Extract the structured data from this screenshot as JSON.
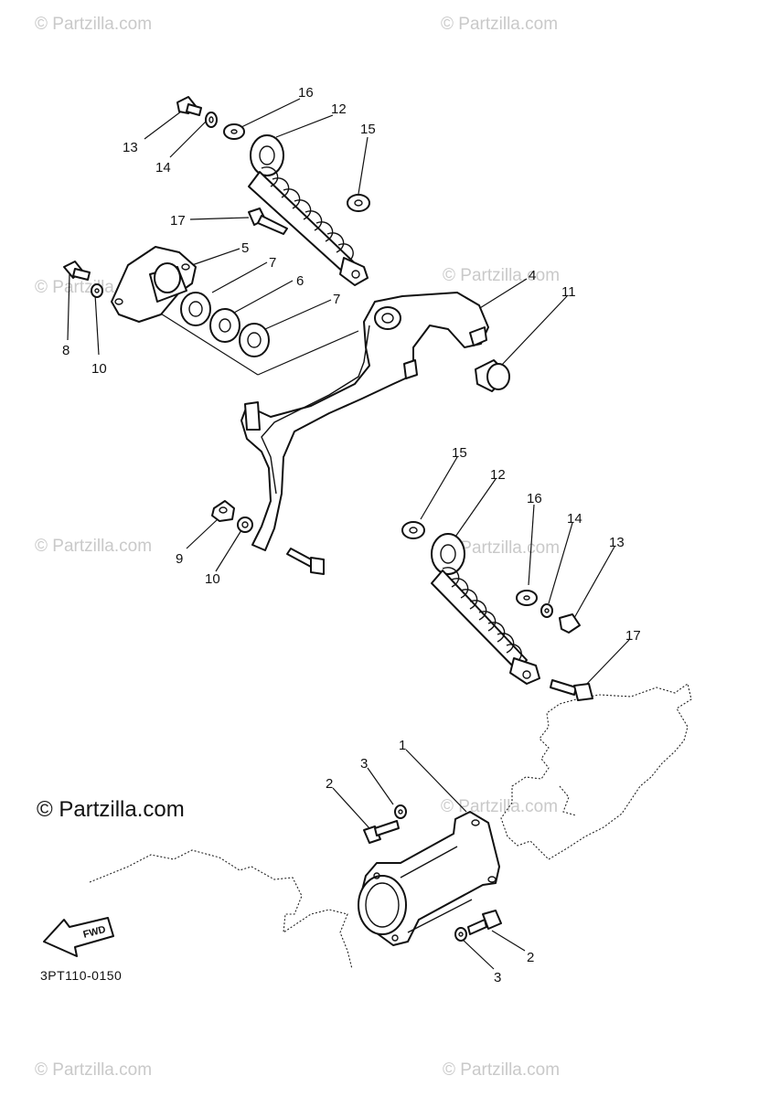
{
  "watermark_text": "© Partzilla.com",
  "diagram_code": "3PT110-0150",
  "fwd_label": "FWD",
  "callouts": [
    {
      "id": "c13a",
      "text": "13"
    },
    {
      "id": "c14a",
      "text": "14"
    },
    {
      "id": "c16a",
      "text": "16"
    },
    {
      "id": "c12a",
      "text": "12"
    },
    {
      "id": "c15a",
      "text": "15"
    },
    {
      "id": "c17a",
      "text": "17"
    },
    {
      "id": "c5",
      "text": "5"
    },
    {
      "id": "c7a",
      "text": "7"
    },
    {
      "id": "c6",
      "text": "6"
    },
    {
      "id": "c7b",
      "text": "7"
    },
    {
      "id": "c8",
      "text": "8"
    },
    {
      "id": "c10a",
      "text": "10"
    },
    {
      "id": "c4",
      "text": "4"
    },
    {
      "id": "c11",
      "text": "11"
    },
    {
      "id": "c9",
      "text": "9"
    },
    {
      "id": "c10b",
      "text": "10"
    },
    {
      "id": "c15b",
      "text": "15"
    },
    {
      "id": "c12b",
      "text": "12"
    },
    {
      "id": "c16b",
      "text": "16"
    },
    {
      "id": "c14b",
      "text": "14"
    },
    {
      "id": "c13b",
      "text": "13"
    },
    {
      "id": "c17b",
      "text": "17"
    },
    {
      "id": "c1",
      "text": "1"
    },
    {
      "id": "c3a",
      "text": "3"
    },
    {
      "id": "c2a",
      "text": "2"
    },
    {
      "id": "c2b",
      "text": "2"
    },
    {
      "id": "c3b",
      "text": "3"
    }
  ]
}
